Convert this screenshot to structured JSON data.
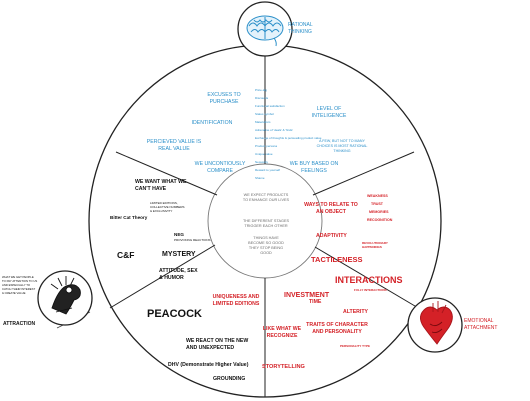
{
  "colors": {
    "blue": "#2a8fc9",
    "red": "#d42127",
    "dark": "#111111",
    "grey": "#6a6a6a"
  },
  "icons": {
    "brain": "brain-icon",
    "heart": "anatomical-heart-icon",
    "peacock_figure": "feathered-figure-icon"
  },
  "poles": {
    "rational": [
      "RATIONAL",
      "THINKING"
    ],
    "emotional": [
      "EMOTIONAL",
      "ATTACHMENT"
    ],
    "attraction": {
      "note": [
        "WHAT WE GET PEOPLE",
        "TO PAY ATTENTION TO US",
        "AND ESPECIALLY TO",
        "CATCH THEIR INTEREST",
        "& CREATE VALUE"
      ],
      "label": "ATTRACTION"
    }
  },
  "center": [
    [
      "WE EXPECT PRODUCTS",
      "TO ENHANCE OUR LIVES"
    ],
    [
      "THE DIFFERENT STAGES",
      "TRIGGER EACH OTHER"
    ],
    [
      "THINGS HAVE",
      "BECOME SO GOOD",
      "THEY STOP BEING",
      "GOOD"
    ]
  ],
  "rational": {
    "excuses": [
      "EXCUSES TO",
      "PURCHASE"
    ],
    "identification": "IDENTIFICATION",
    "perceived": [
      "PERCIEVED VALUE IS",
      "REAL VALUE"
    ],
    "compare": [
      "WE UNCONTIOUSLY",
      "COMPARE"
    ],
    "level": [
      "LEVEL OF",
      "INTELIGENCE"
    ],
    "a_few": [
      "A FEW, BUT NOT TO MANY",
      "CHOICES IS MOST RATIONAL",
      "THINKING"
    ],
    "feelings": [
      "WE BUY BASED ON",
      "FEELINGS"
    ],
    "list": [
      "Price-tag",
      "Discounts",
      "Functional satisfaction",
      "Status symbol",
      "Materialism",
      "Adrenaline of 'deals' & 'finds'",
      "Exchange of thoughts & persuading product value",
      "Product persona",
      "Unique value",
      "Necessity",
      "Reward to yourself",
      "Shame"
    ]
  },
  "attraction": {
    "want": [
      "WE WANT WHAT WE",
      "CAN'T HAVE"
    ],
    "limited": [
      "LIMITED EDITIONS,",
      "COLLECTIVE NUMBERS",
      "& EXCLUSIVITY"
    ],
    "bitter": "Bitter Cat Theory",
    "neg": "NEG",
    "neg_sub": "PROVOKING REACTIONS",
    "cf": "C&F",
    "mystery": "MYSTERY",
    "attitude": [
      "ATTITUDE, SEX",
      "& HUMOR"
    ],
    "peacock": "PEACOCK",
    "react": [
      "WE REACT ON THE NEW",
      "AND UNEXPECTED"
    ],
    "dhv": "DHV  (Demonstrate Higher Value)",
    "grounding": "GROUNDING"
  },
  "emotional": {
    "weakness": "WEAKNESS",
    "trust": "TRUST",
    "memories": "MEMORIES",
    "recognition": "RECOGNITION",
    "ways": [
      "WAYS TO RELATE TO",
      "AN OBJECT"
    ],
    "adaptivity": "ADAPTIVITY",
    "revolutionary": [
      "REVOLUTIONARY",
      "HAPPENINGS"
    ],
    "tactileness": "TACTILENESS",
    "interactions": "INTERACTIONS",
    "fully": "FULLY INTERACTIONS",
    "uniqueness": [
      "UNIQUENESS AND",
      "LIMITED EDITIONS"
    ],
    "investment": "INVESTMENT",
    "time": "TIME",
    "alterity": "ALTERITY",
    "like_what": [
      "LIKE WHAT WE",
      "RECOGNIZE"
    ],
    "traits": [
      "TRAITS OF CHARACTER",
      "AND PERSONALITY"
    ],
    "personality_type": "PERSONALITY TYPE",
    "storytelling": "STORYTELLING"
  }
}
